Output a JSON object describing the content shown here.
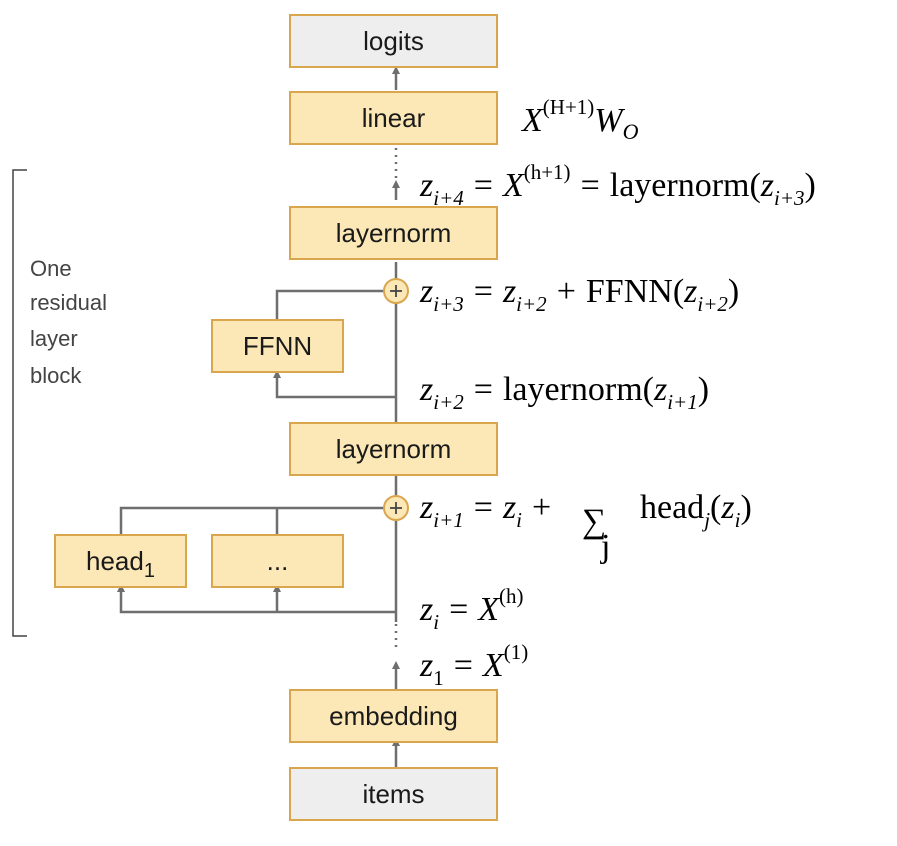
{
  "colors": {
    "box_fill": "#FCE8B6",
    "box_stroke": "#D9A64E",
    "io_fill": "#EEEEEE",
    "io_stroke": "#D9A64E",
    "line": "#6E6E6E",
    "bracket": "#444444"
  },
  "boxes": {
    "logits": "logits",
    "linear": "linear",
    "layernorm_top": "layernorm",
    "ffnn": "FFNN",
    "layernorm_mid": "layernorm",
    "head": "head",
    "head_sub": "1",
    "head_more": "...",
    "embedding": "embedding",
    "items": "items"
  },
  "side_label": [
    "One",
    "residual",
    "layer",
    "block"
  ],
  "icons": {
    "add_top": "plus-circle-icon",
    "add_bottom": "plus-circle-icon"
  },
  "equations": {
    "linear": "X^{(H+1)} W_O",
    "z_i4": "z_{i+4} = X^{(h+1)} = layernorm(z_{i+3})",
    "z_i3": "z_{i+3} = z_{i+2} + FFNN(z_{i+2})",
    "z_i2": "z_{i+2} = layernorm(z_{i+1})",
    "z_i1": "z_{i+1} = z_i + Σ_j head_j(z_i)",
    "z_i": "z_i = X^{(h)}",
    "z_1": "z_1 = X^{(1)}"
  },
  "eq_parts": {
    "X": "X",
    "W": "W",
    "O": "O",
    "z": "z",
    "eq": "=",
    "plus": "+",
    "sup_H1": "(H+1)",
    "sup_h1": "(h+1)",
    "sup_h": "(h)",
    "sup_1": "(1)",
    "sub_i4": "i+4",
    "sub_i3": "i+3",
    "sub_i2": "i+2",
    "sub_i1": "i+1",
    "sub_i": "i",
    "sub_1": "1",
    "sub_j": "j",
    "layernorm": "layernorm",
    "FFNN": "FFNN",
    "head": "head",
    "sum": "∑",
    "lparen": "(",
    "rparen": ")"
  }
}
